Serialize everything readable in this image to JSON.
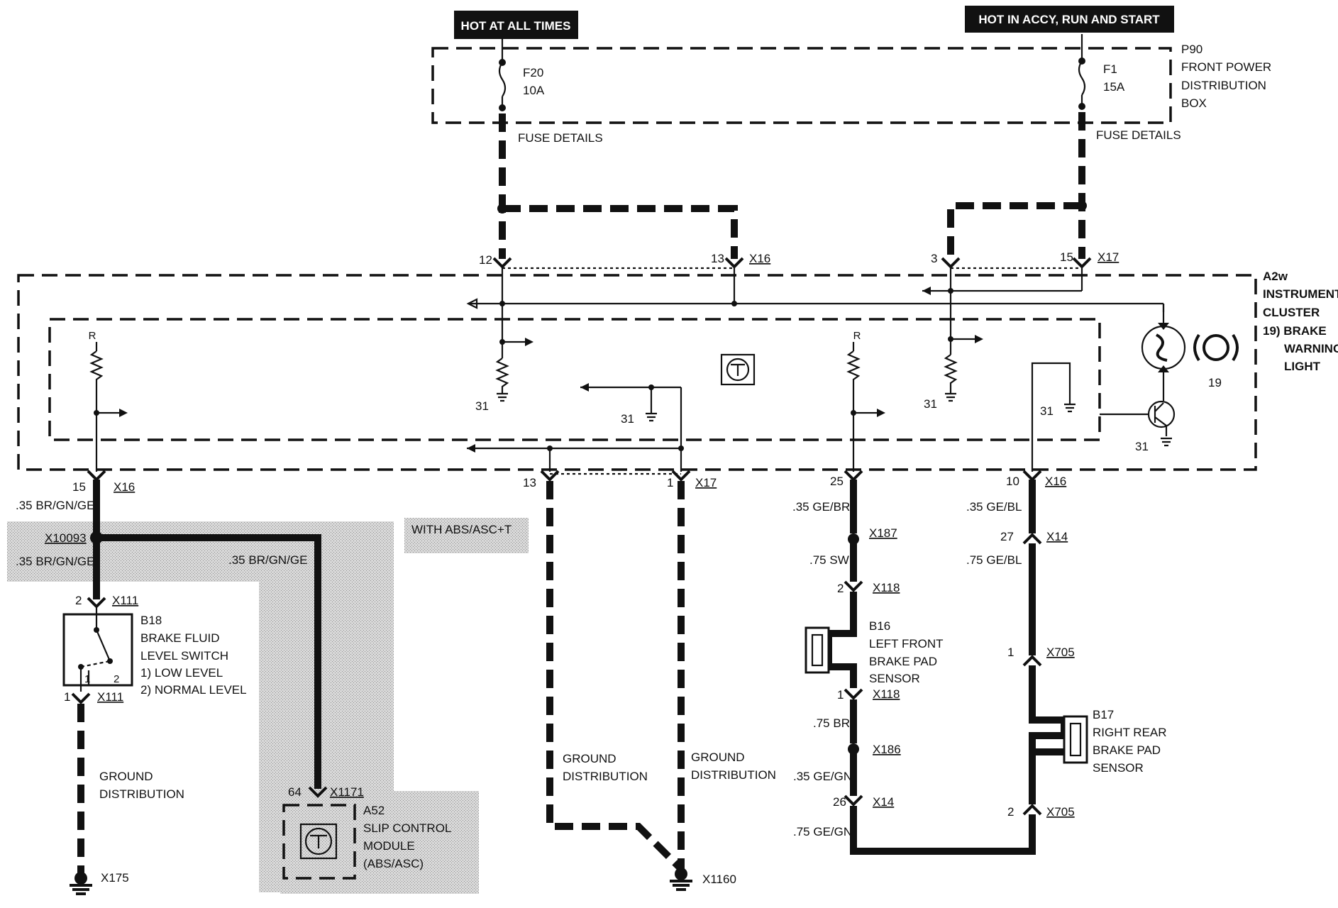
{
  "headers": {
    "left": "HOT AT ALL TIMES",
    "right": "HOT IN ACCY, RUN AND START"
  },
  "power_box": {
    "id": "P90",
    "line1": "FRONT POWER",
    "line2": "DISTRIBUTION",
    "line3": "BOX"
  },
  "fuses": {
    "f20": {
      "name": "F20",
      "rating": "10A"
    },
    "f1": {
      "name": "F1",
      "rating": "15A"
    },
    "details": "FUSE DETAILS"
  },
  "cluster": {
    "id": "A2w",
    "line1": "INSTRUMENT",
    "line2": "CLUSTER",
    "line3": "19) BRAKE",
    "line4": "WARNING",
    "line5": "LIGHT",
    "light_ref": "19"
  },
  "pins": {
    "p12": "12",
    "p13": "13",
    "p3": "3",
    "p15": "15",
    "p25": "25",
    "p10": "10",
    "p1": "1",
    "p2": "2",
    "p27": "27",
    "p26": "26",
    "p64": "64",
    "r": "R",
    "g31": "31"
  },
  "connectors": {
    "x16": "X16",
    "x17": "X17",
    "x10093": "X10093",
    "x111": "X111",
    "x175": "X175",
    "x1171": "X1171",
    "x1160": "X1160",
    "x187": "X187",
    "x118": "X118",
    "x186": "X186",
    "x14": "X14",
    "x705": "X705"
  },
  "wires": {
    "br_gn_ge": ".35 BR/GN/GE",
    "ge_br": ".35 GE/BR",
    "ge_bl_035": ".35 GE/BL",
    "ge_bl_075": ".75 GE/BL",
    "sw": ".75 SW",
    "br": ".75 BR",
    "ge_gn_035": ".35 GE/GN",
    "ge_gn_075": ".75 GE/GN"
  },
  "abs_note": "WITH ABS/ASC+T",
  "b18": {
    "id": "B18",
    "line1": "BRAKE FLUID",
    "line2": "LEVEL SWITCH",
    "item1": "1)   LOW LEVEL",
    "item2": "2)   NORMAL LEVEL",
    "c1": "1",
    "c2": "2"
  },
  "a52": {
    "id": "A52",
    "line1": "SLIP CONTROL",
    "line2": "MODULE",
    "line3": "(ABS/ASC)"
  },
  "ground": {
    "line1": "GROUND",
    "line2": "DISTRIBUTION"
  },
  "b16": {
    "id": "B16",
    "line1": "LEFT FRONT",
    "line2": "BRAKE PAD",
    "line3": "SENSOR"
  },
  "b17": {
    "id": "B17",
    "line1": "RIGHT REAR",
    "line2": "BRAKE PAD",
    "line3": "SENSOR"
  }
}
